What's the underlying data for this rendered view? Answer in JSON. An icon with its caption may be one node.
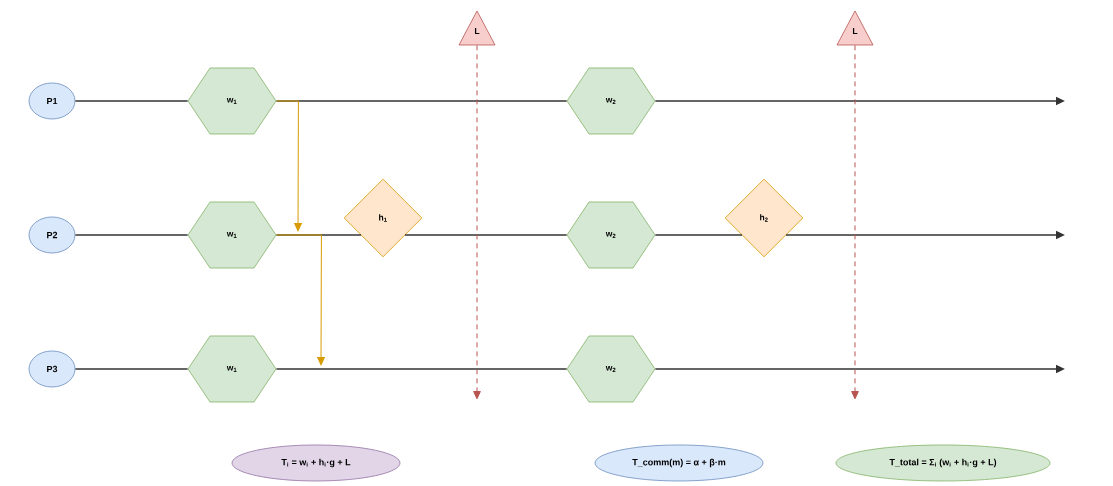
{
  "diagram": {
    "nodes": [
      {
        "text": [
          "P1"
        ]
      },
      {
        "text": [
          "P2"
        ]
      },
      {
        "text": [
          "P3"
        ]
      },
      {
        "text": [
          "w$_{1}$"
        ]
      },
      {
        "text": [
          "w$_{2}$"
        ]
      },
      {
        "text": [
          "w$_{1}$"
        ]
      },
      {
        "text": [
          "h$_{1}$"
        ]
      },
      {
        "text": [
          "w$_{2}$"
        ]
      },
      {
        "text": [
          "h$_{2}$"
        ]
      },
      {
        "text": [
          "w$_{1}$"
        ]
      },
      {
        "text": [
          "w$_{2}$"
        ]
      },
      {
        "text": [
          "L"
        ]
      },
      {
        "text": [
          "L"
        ]
      },
      {
        "text": [
          "T$_{i}$ = w$_{i}$ + h$_{i}$·g + L"
        ]
      },
      {
        "text": [
          "T_comm(m) = α + β·m"
        ]
      },
      {
        "text": [
          "T_total = Σ$_{i}$ (w$_{i}$ + h$_{i}$·g + L)"
        ]
      }
    ],
    "edges": [
      {
        "from": 0,
        "to": 3,
        "arrow": "none"
      },
      {
        "from": 3,
        "to": 4,
        "arrow": "none"
      },
      {
        "from": 4,
        "to": null,
        "arrow": "to"
      },
      {
        "from": 1,
        "to": 5,
        "arrow": "none"
      },
      {
        "from": 5,
        "to": 6,
        "arrow": "none"
      },
      {
        "from": 6,
        "to": 7,
        "arrow": "none"
      },
      {
        "from": 7,
        "to": 8,
        "arrow": "none"
      },
      {
        "from": 8,
        "to": null,
        "arrow": "to"
      },
      {
        "from": 2,
        "to": 9,
        "arrow": "none"
      },
      {
        "from": 9,
        "to": 10,
        "arrow": "none"
      },
      {
        "from": 10,
        "to": null,
        "arrow": "to"
      },
      {
        "from": 3,
        "to": null,
        "arrow": "to",
        "color": "#d79b00"
      },
      {
        "from": 5,
        "to": null,
        "arrow": "to",
        "color": "#d79b00"
      },
      {
        "from": 11,
        "to": null,
        "arrow": "to",
        "style": "dashed",
        "color": "#b85450"
      },
      {
        "from": 12,
        "to": null,
        "arrow": "to",
        "style": "dashed",
        "color": "#b85450"
      }
    ]
  }
}
